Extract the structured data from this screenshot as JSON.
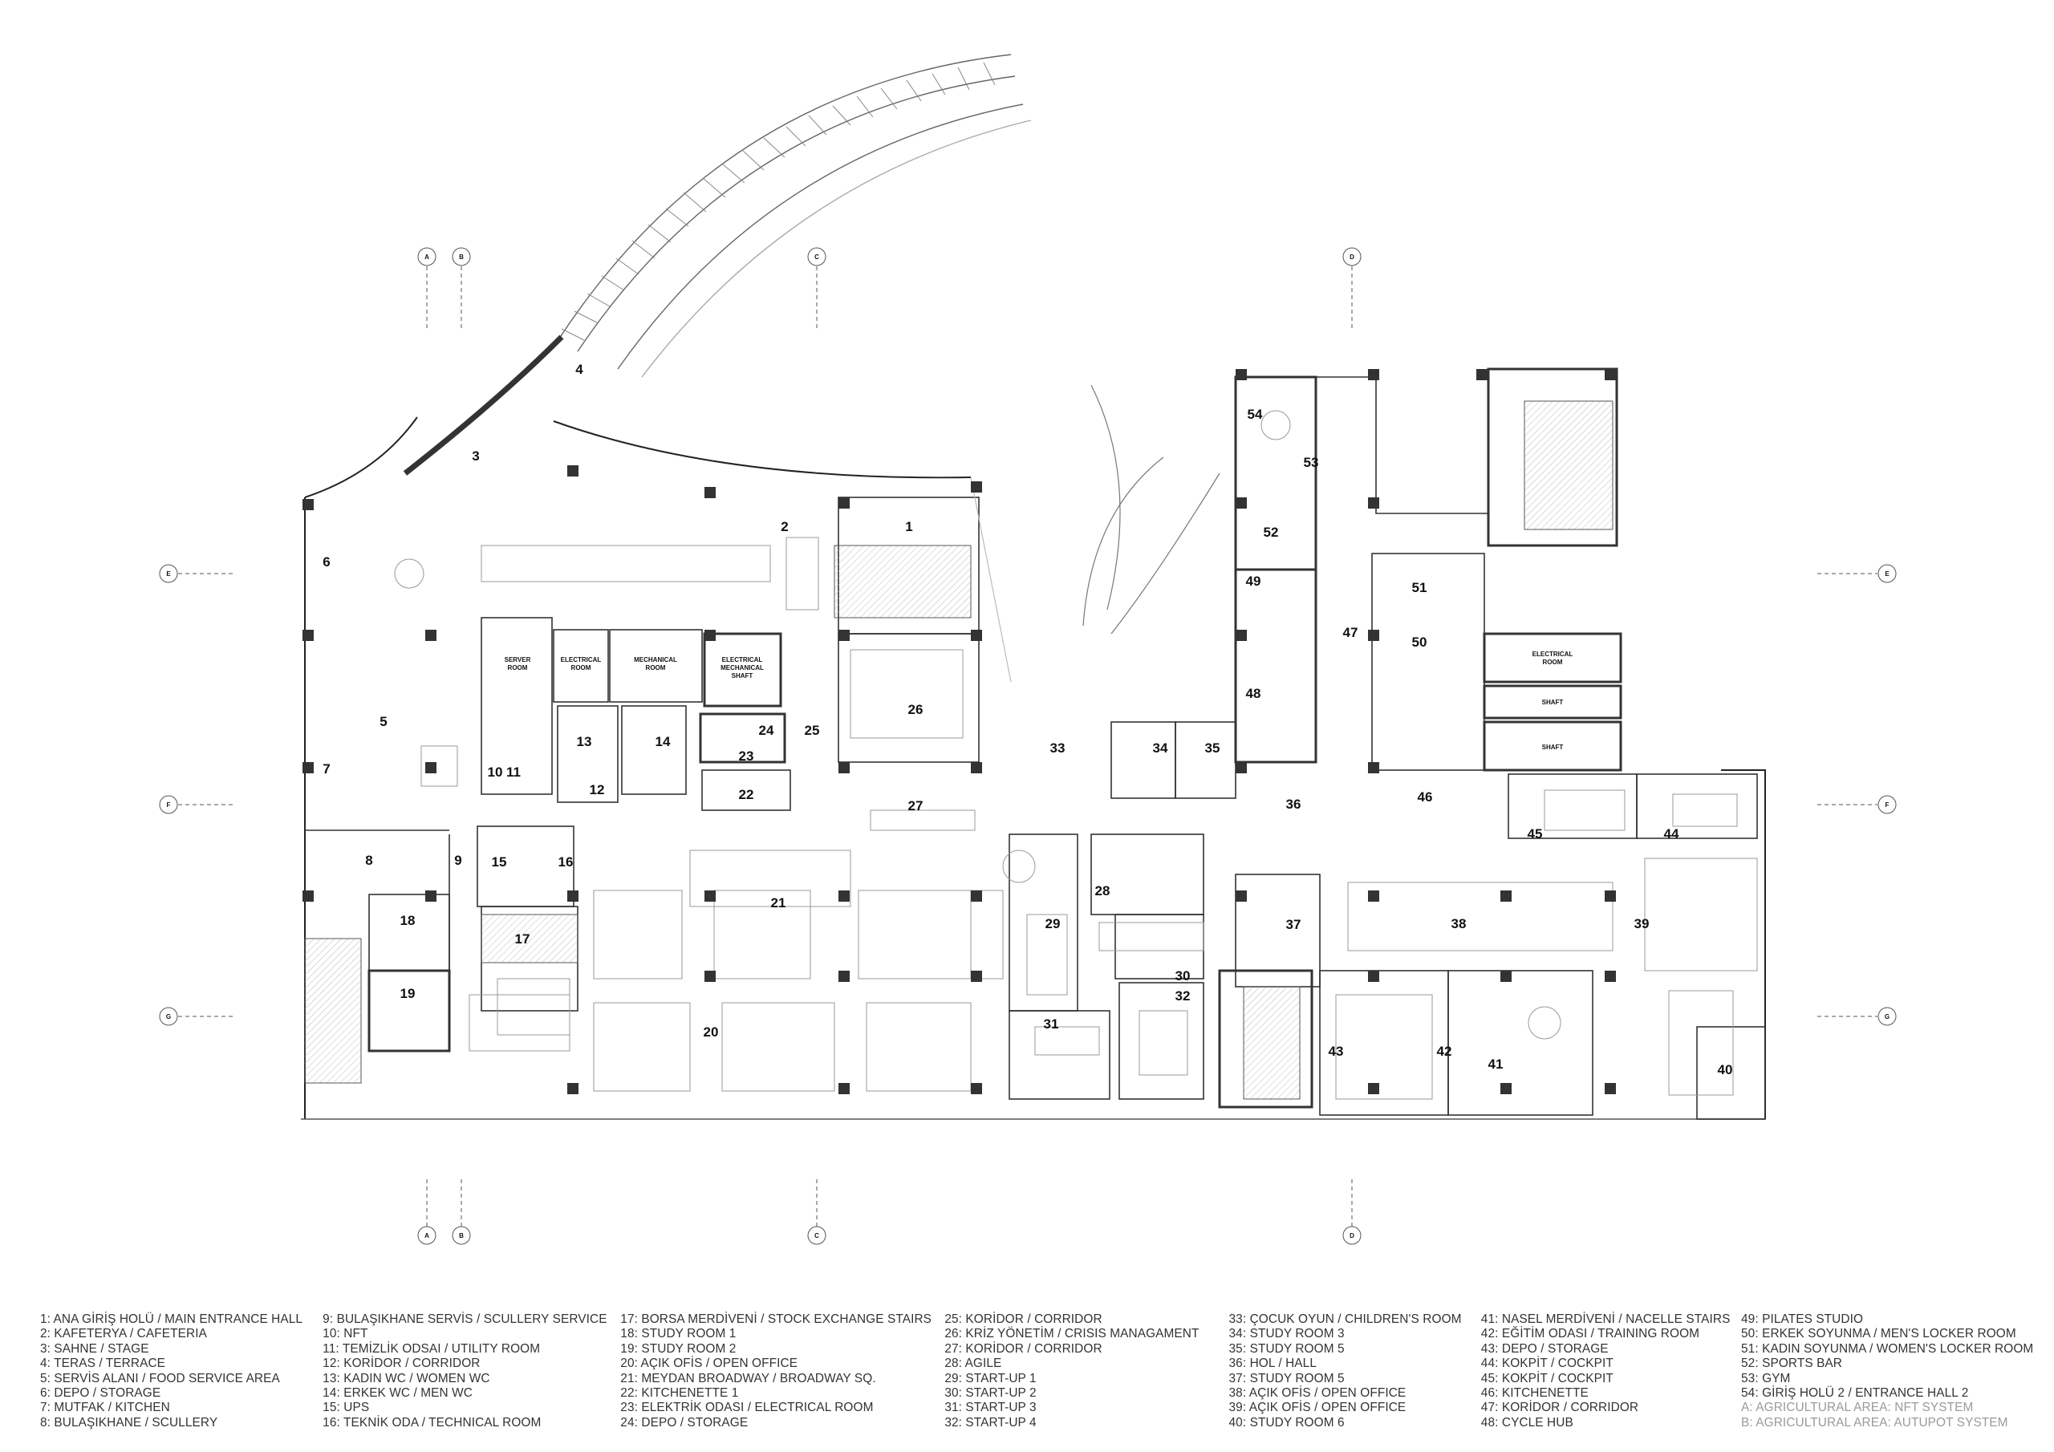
{
  "plan": {
    "inner_labels": {
      "server_room": [
        "SERVER",
        "ROOM"
      ],
      "electrical_room_a": [
        "ELECTRICAL",
        "ROOM"
      ],
      "mechanical_room": [
        "MECHANICAL",
        "ROOM"
      ],
      "electrical_mech_shaft": [
        "ELECTRICAL",
        "MECHANICAL",
        "SHAFT"
      ],
      "electrical_room_b": [
        "ELECTRICAL",
        "ROOM"
      ],
      "shaft_a": "SHAFT",
      "shaft_b": "SHAFT"
    },
    "grid_markers": {
      "top": [
        "A",
        "B",
        "C",
        "D"
      ],
      "bottom": [
        "A",
        "B",
        "C",
        "D"
      ],
      "left": [
        "E",
        "F",
        "G"
      ],
      "right": [
        "E",
        "F",
        "G"
      ]
    },
    "room_numbers": [
      "1",
      "2",
      "3",
      "4",
      "5",
      "6",
      "7",
      "8",
      "9",
      "10",
      "11",
      "12",
      "13",
      "14",
      "15",
      "16",
      "17",
      "18",
      "19",
      "20",
      "21",
      "22",
      "23",
      "24",
      "25",
      "26",
      "27",
      "28",
      "29",
      "30",
      "31",
      "32",
      "33",
      "34",
      "35",
      "36",
      "37",
      "38",
      "39",
      "40",
      "41",
      "42",
      "43",
      "44",
      "45",
      "46",
      "47",
      "48",
      "49",
      "50",
      "51",
      "52",
      "53",
      "54"
    ]
  },
  "legend": {
    "columns": [
      [
        "1: ANA GİRİŞ HOLÜ / MAIN ENTRANCE HALL",
        "2: KAFETERYA / CAFETERIA",
        "3: SAHNE / STAGE",
        "4: TERAS / TERRACE",
        "5: SERVİS ALANI / FOOD SERVICE AREA",
        "6: DEPO / STORAGE",
        "7: MUTFAK / KITCHEN",
        "8: BULAŞIKHANE / SCULLERY"
      ],
      [
        "9: BULAŞIKHANE SERVİS / SCULLERY SERVICE",
        "10: NFT",
        "11: TEMİZLİK ODSAI / UTILITY ROOM",
        "12: KORİDOR / CORRIDOR",
        "13: KADIN WC / WOMEN WC",
        "14: ERKEK WC / MEN WC",
        "15: UPS",
        "16: TEKNİK ODA / TECHNICAL ROOM"
      ],
      [
        "17: BORSA MERDİVENİ / STOCK EXCHANGE STAIRS",
        "18: STUDY ROOM 1",
        "19: STUDY ROOM 2",
        "20: AÇIK OFİS / OPEN OFFICE",
        "21: MEYDAN BROADWAY / BROADWAY SQ.",
        "22: KITCHENETTE 1",
        "23: ELEKTRİK ODASI / ELECTRICAL ROOM",
        "24: DEPO / STORAGE"
      ],
      [
        "25: KORİDOR  / CORRIDOR",
        "26: KRİZ YÖNETİM / CRISIS MANAGAMENT",
        "27: KORİDOR / CORRIDOR",
        "28: AGILE",
        "29: START-UP 1",
        "30: START-UP 2",
        "31: START-UP 3",
        "32: START-UP 4"
      ],
      [
        "33: ÇOCUK OYUN / CHILDREN'S ROOM",
        "34: STUDY ROOM 3",
        "35: STUDY ROOM 5",
        "36: HOL / HALL",
        "37: STUDY ROOM 5",
        "38: AÇIK OFİS  / OPEN OFFICE",
        "39: AÇIK OFİS  / OPEN OFFICE",
        "40: STUDY ROOM 6"
      ],
      [
        "41: NASEL MERDİVENİ / NACELLE STAIRS",
        "42: EĞİTİM ODASI / TRAINING ROOM",
        "43: DEPO / STORAGE",
        "44: KOKPİT / COCKPIT",
        "45: KOKPİT / COCKPIT",
        "46: KITCHENETTE",
        "47: KORİDOR / CORRIDOR",
        "48: CYCLE HUB"
      ],
      [
        "49: PILATES STUDIO",
        "50: ERKEK SOYUNMA / MEN'S LOCKER ROOM",
        "51: KADIN SOYUNMA / WOMEN'S LOCKER ROOM",
        "52: SPORTS BAR",
        "53: GYM",
        "54: GİRİŞ HOLÜ 2 / ENTRANCE HALL 2",
        "A: AGRICULTURAL AREA: NFT SYSTEM",
        "B: AGRICULTURAL AREA: AUTUPOT SYSTEM"
      ]
    ]
  }
}
